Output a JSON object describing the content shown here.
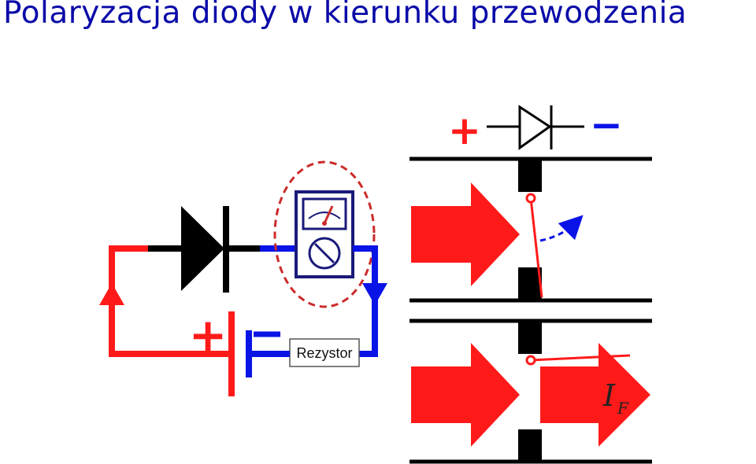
{
  "title": "Polaryzacja diody w kierunku przewodzenia",
  "circuit": {
    "plus_sign": "+",
    "resistor_label": "Rezystor"
  },
  "switch_panel": {
    "plus_sign": "+",
    "minus_sign": "−",
    "current_symbol": "I",
    "current_subscript": "F"
  },
  "colors": {
    "title": "#0a0aa8",
    "positive": "#ff1a1a",
    "negative": "#0a14e6",
    "wire_neutral": "#000000",
    "meter_dashed": "#cc2a2a"
  }
}
